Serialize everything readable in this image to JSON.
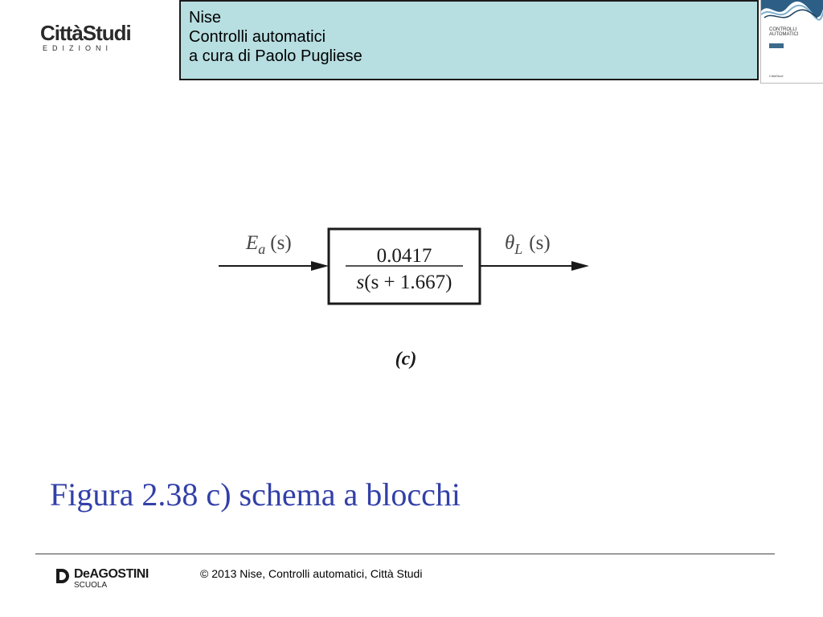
{
  "header": {
    "lines": [
      "Nise",
      "Controlli automatici",
      "a cura di Paolo Pugliese"
    ]
  },
  "logos": {
    "top_left": {
      "brand": "CittàStudi",
      "sub": "EDIZIONI"
    },
    "footer": {
      "brand": "DeAGOSTINI",
      "sub": "SCUOLA"
    }
  },
  "book_cover": {
    "title_line1": "CONTROLLI",
    "title_line2": "AUTOMATICI",
    "footer": "CittàStudi"
  },
  "diagram": {
    "input_label_main": "E",
    "input_label_sub": "a",
    "input_label_arg": "(s)",
    "output_label_main": "θ",
    "output_label_sub": "L",
    "output_label_arg": "(s)",
    "tf_numerator": "0.0417",
    "tf_denominator_s": "s",
    "tf_denominator_rest": "(s + 1.667)",
    "caption": "(c)"
  },
  "figure": {
    "title": "Figura 2.38 c) schema a blocchi"
  },
  "footer": {
    "copyright": "© 2013 Nise, Controlli automatici, Città Studi"
  },
  "colors": {
    "header_bg": "#b7dee1",
    "figure_title": "#3340a8"
  }
}
